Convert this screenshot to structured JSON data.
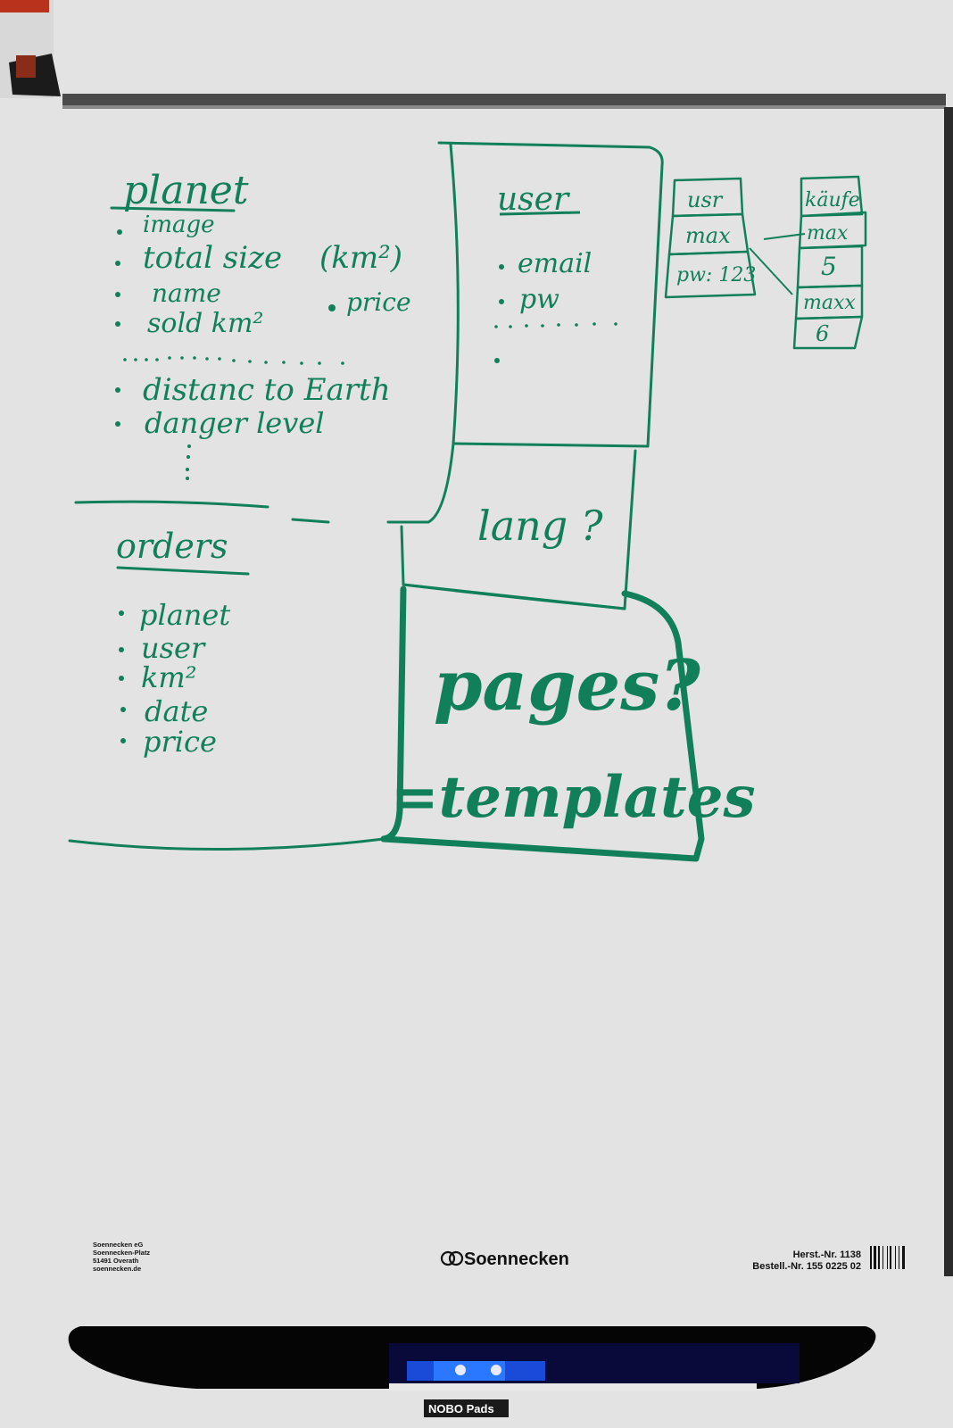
{
  "colors": {
    "ink": "#11805a",
    "paper": "#e3e3e3",
    "board_frame": "#4a4a4a",
    "tray": "#050505"
  },
  "sketch": {
    "planet": {
      "title": "planet",
      "fields": [
        "image",
        "total size",
        "name",
        "sold km²",
        "distanc to Earth",
        "danger level"
      ],
      "unit_note": "(km²)",
      "extra_field": "price"
    },
    "user": {
      "title": "user",
      "fields": [
        "email",
        "pw"
      ]
    },
    "lang": "lang ?",
    "pages": "pages?",
    "templates": "=templates",
    "orders": {
      "title": "orders",
      "fields": [
        "planet",
        "user",
        "km²",
        "date",
        "price"
      ]
    },
    "records": {
      "left": [
        "usr",
        "max",
        "pw: 123"
      ],
      "right": [
        "käufe",
        "max",
        "5",
        "maxx",
        "6"
      ]
    }
  },
  "footer": {
    "address": [
      "Soennecken eG",
      "Soennecken-Platz",
      "51491 Overath",
      "soennecken.de"
    ],
    "brand": "Soennecken",
    "article_no": "Herst.-Nr. 1138",
    "order_no": "Bestell.-Nr. 155 0225 02",
    "tray_brand": "NOBO Pads"
  }
}
